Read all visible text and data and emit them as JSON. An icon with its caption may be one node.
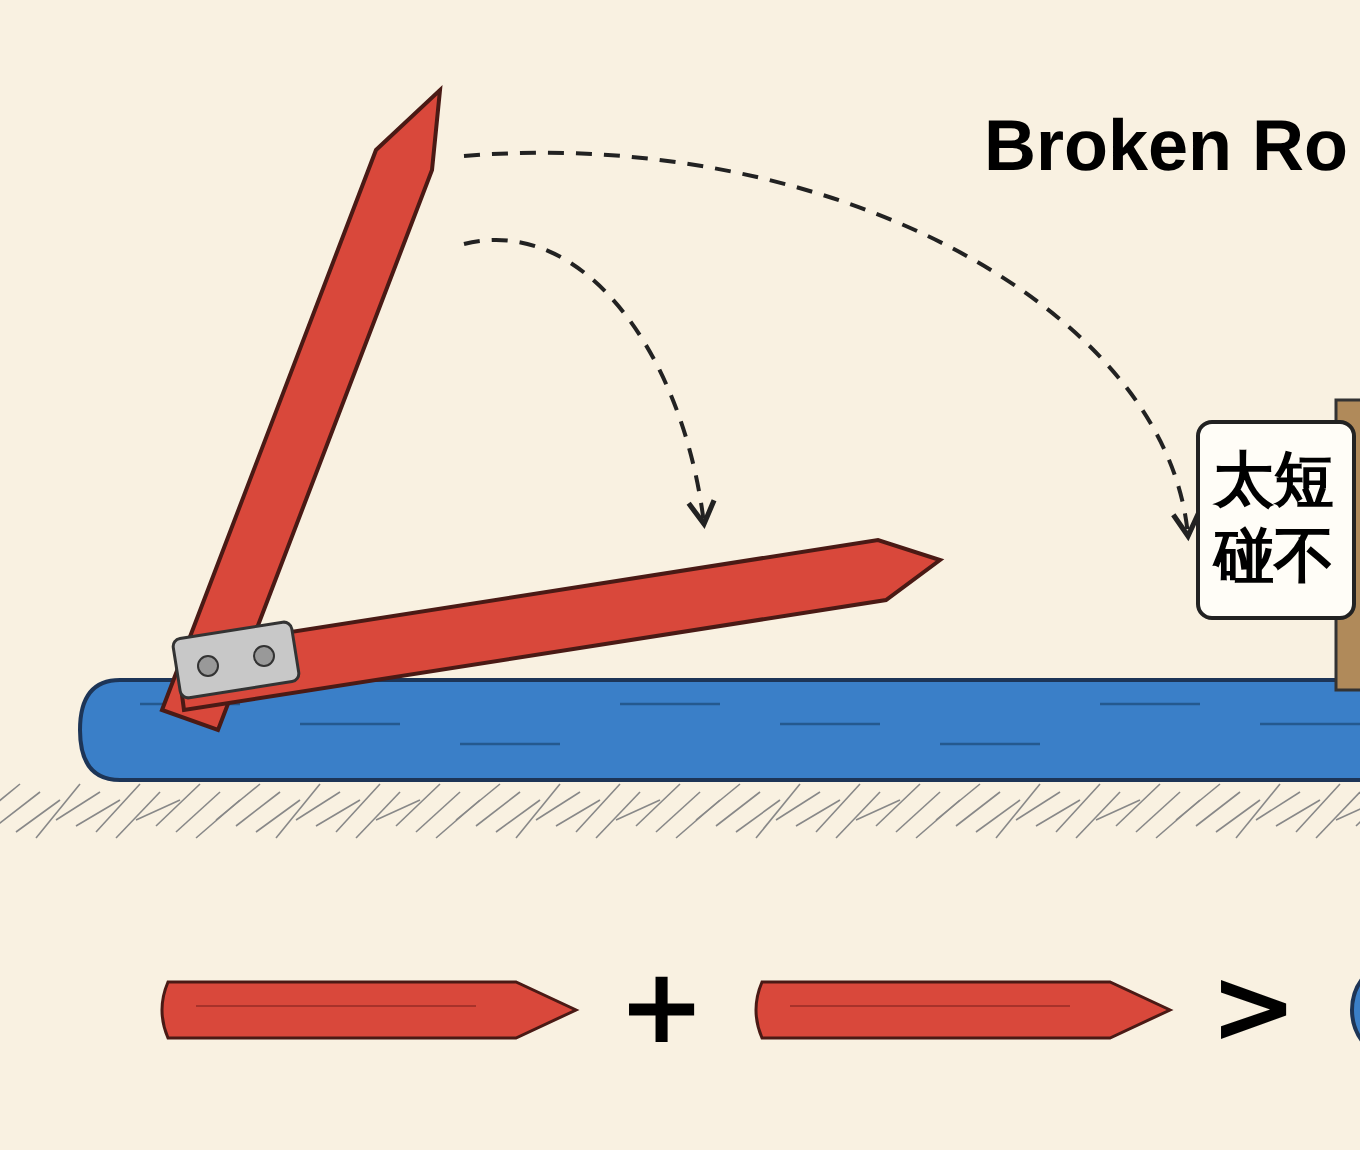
{
  "diagram": {
    "title": "Broken Ro",
    "nodes": [
      {
        "text": [],
        "shape": "picture"
      },
      {
        "text": [],
        "shape": "picture"
      },
      {
        "text": [
          "太短碰不"
        ]
      }
    ],
    "edges": [
      {
        "from": 0,
        "to": 1,
        "arrow": "to",
        "style": "dashed"
      },
      {
        "from": 0,
        "to": 2,
        "arrow": "to",
        "style": "dashed"
      }
    ],
    "labels": [
      "+",
      ">"
    ]
  }
}
